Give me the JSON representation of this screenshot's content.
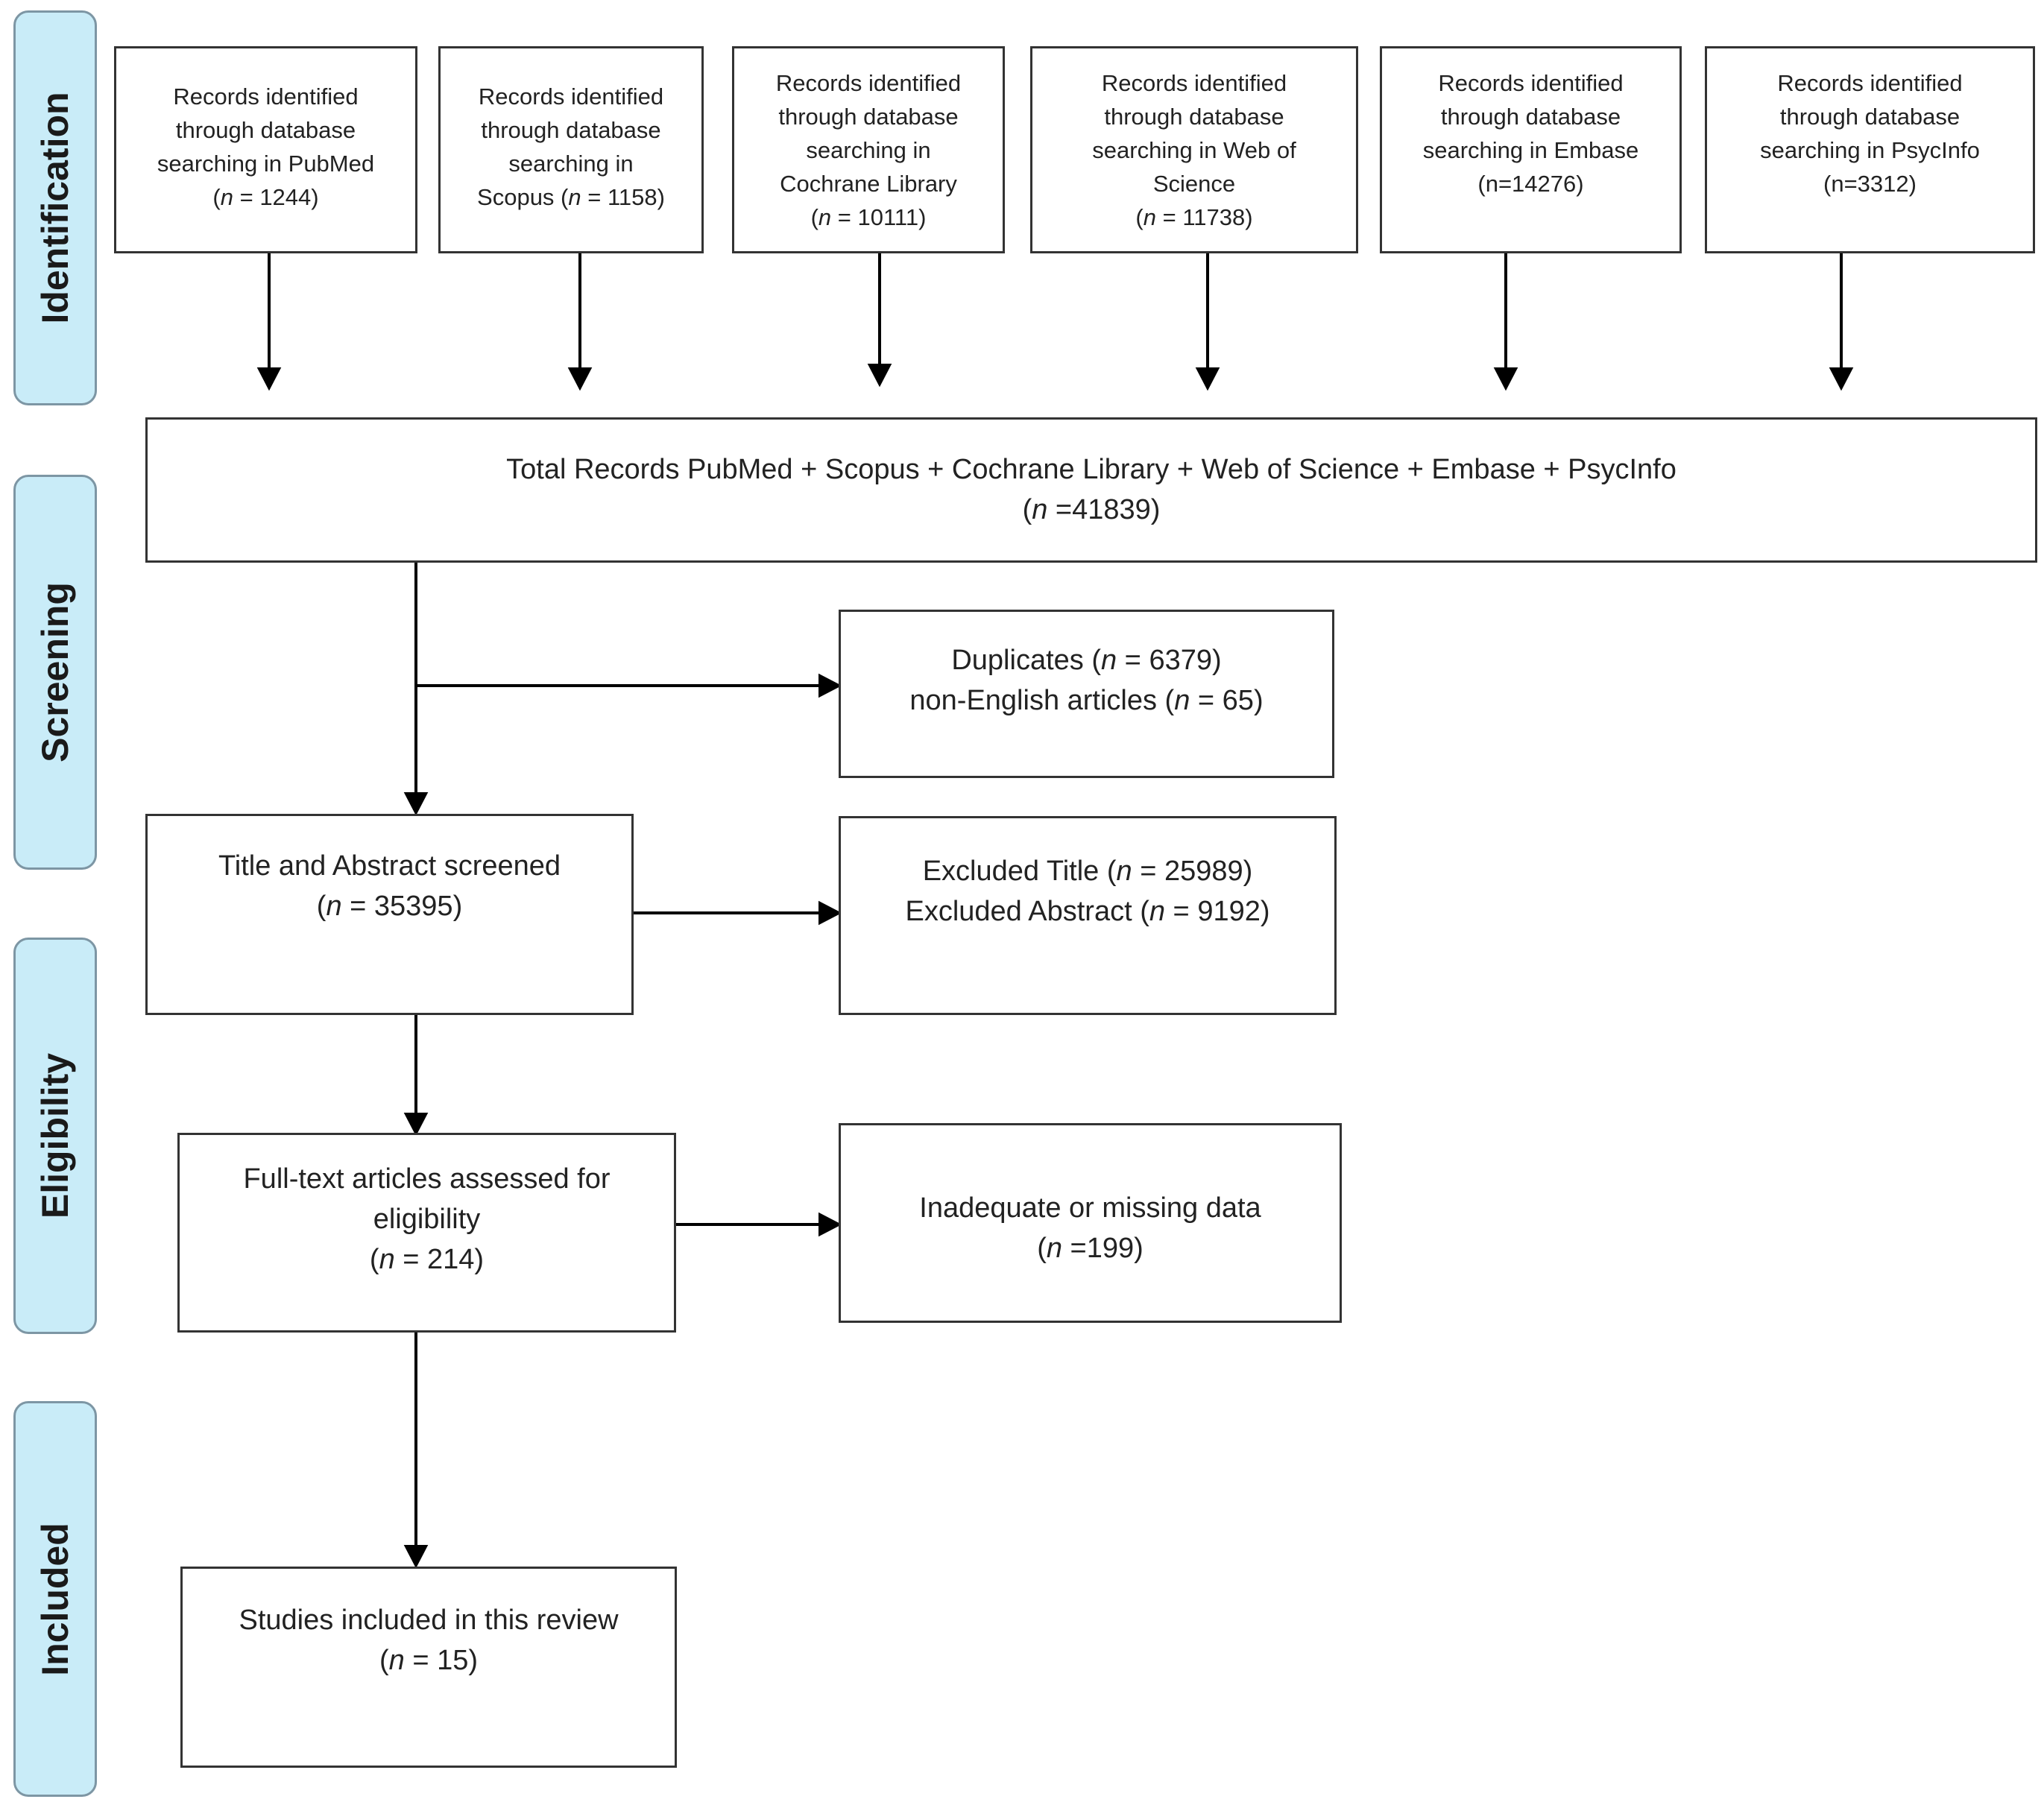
{
  "stages": {
    "identification": "Identification",
    "screening": "Screening",
    "eligibility": "Eligibility",
    "included": "Included"
  },
  "sources": {
    "pubmed": {
      "text": "Records identified through database searching in PubMed",
      "n": "1244"
    },
    "scopus": {
      "text": "Records identified through database searching in Scopus",
      "n": "1158"
    },
    "cochrane": {
      "text": "Records identified through database searching in Cochrane Library",
      "n": "10111"
    },
    "wos": {
      "text": "Records identified through database searching in Web of Science",
      "n": "11738"
    },
    "embase": {
      "text": "Records identified through database searching in Embase",
      "n_text": "(n=14276)"
    },
    "psycinfo": {
      "text": "Records identified through database searching in PsycInfo",
      "n_text": "(n=3312)"
    }
  },
  "total": {
    "text": "Total Records PubMed + Scopus + Cochrane Library + Web of Science + Embase + PsycInfo",
    "n": "41839"
  },
  "removed": {
    "duplicates_label": "Duplicates",
    "duplicates_n": "6379",
    "non_english_label": "non-English articles",
    "non_english_n": "65"
  },
  "screened": {
    "label": "Title and Abstract screened",
    "n": "35395"
  },
  "excluded": {
    "title_label": "Excluded Title",
    "title_n": "25989",
    "abstract_label": "Excluded Abstract",
    "abstract_n": "9192"
  },
  "fulltext": {
    "line1": "Full-text articles assessed for",
    "line2": "eligibility",
    "n": "214"
  },
  "inadequate": {
    "label": "Inadequate or missing data",
    "n": "199"
  },
  "included_box": {
    "label": "Studies included in this review",
    "n": "15"
  },
  "n_symbol": "n"
}
